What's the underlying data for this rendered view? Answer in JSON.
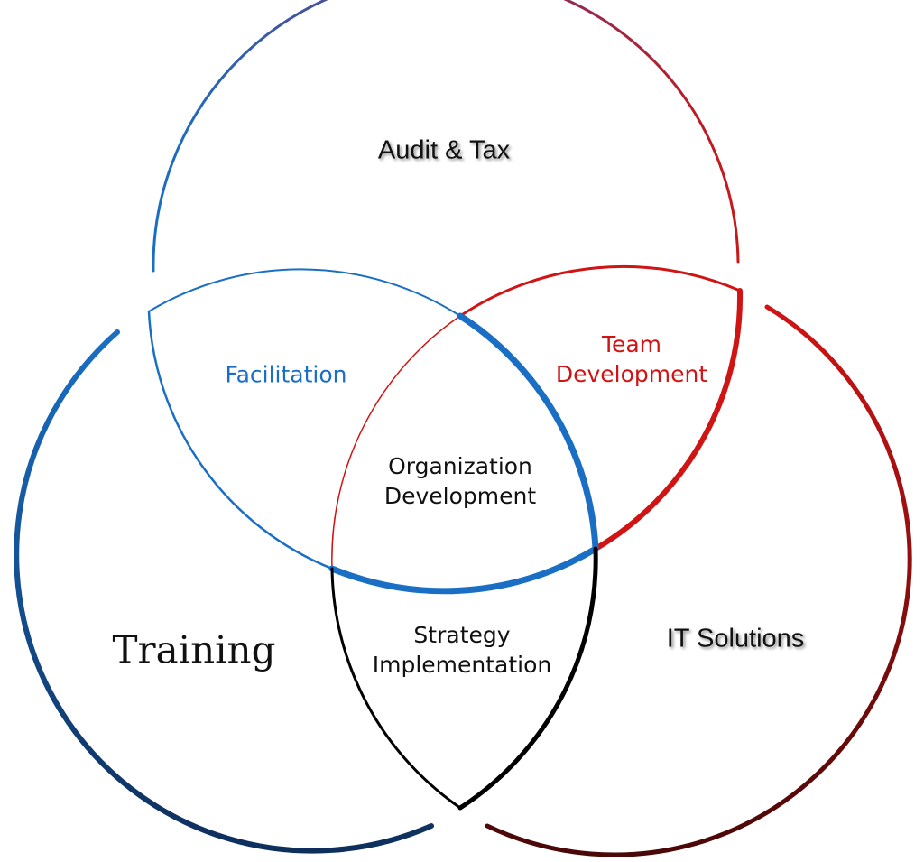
{
  "circles": {
    "top": "Audit & Tax",
    "left": "Training",
    "right": "IT Solutions"
  },
  "overlaps": {
    "top_left": "Facilitation",
    "top_right": [
      "Team",
      "Development"
    ],
    "center": [
      "Organization",
      "Development"
    ],
    "left_right": [
      "Strategy",
      "Implementation"
    ]
  },
  "colors": {
    "blue": "#1a6fc4",
    "red": "#d01414",
    "black": "#000000"
  }
}
